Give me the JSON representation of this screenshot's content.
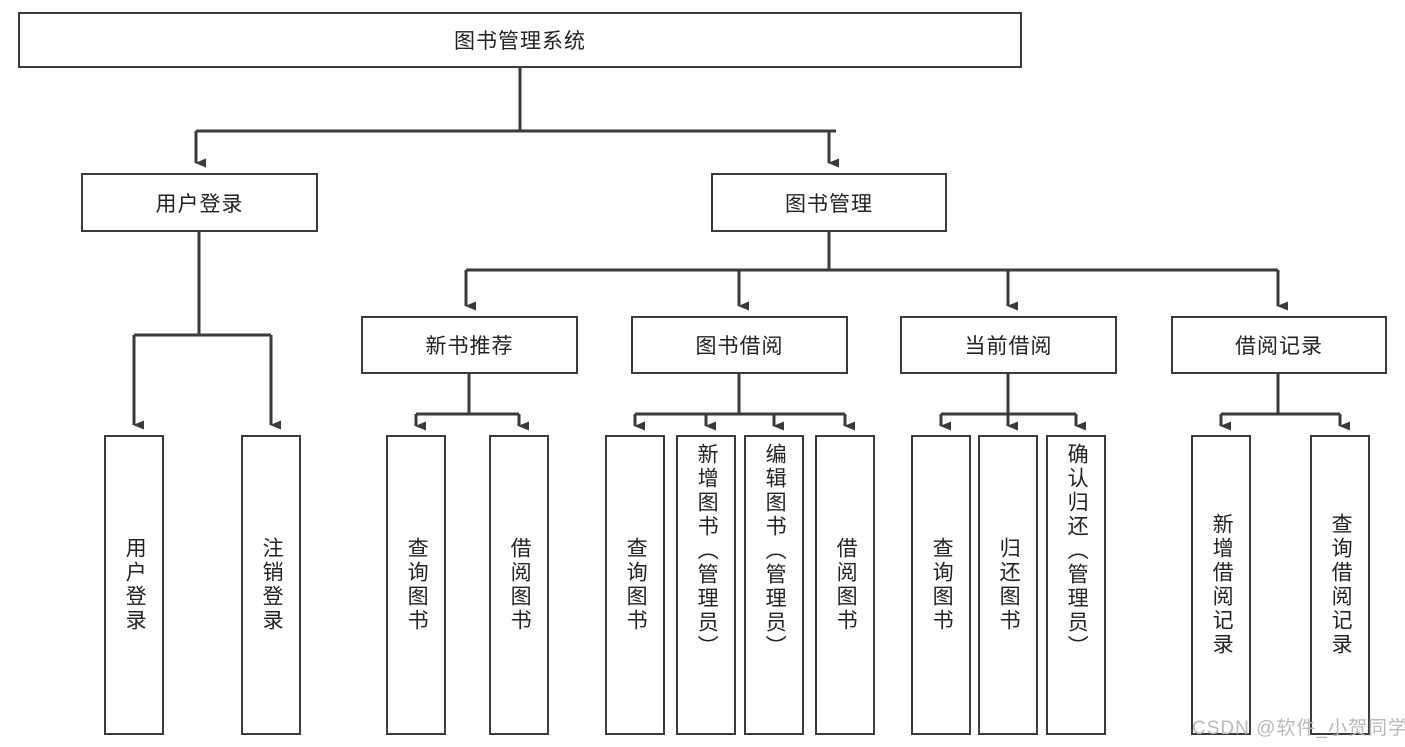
{
  "diagram": {
    "type": "hierarchy-tree",
    "title": "图书管理系统",
    "root": {
      "label": "图书管理系统"
    },
    "level1": [
      {
        "label": "用户登录"
      },
      {
        "label": "图书管理"
      }
    ],
    "level2": [
      {
        "label": "新书推荐",
        "parent": "图书管理"
      },
      {
        "label": "图书借阅",
        "parent": "图书管理"
      },
      {
        "label": "当前借阅",
        "parent": "图书管理"
      },
      {
        "label": "借阅记录",
        "parent": "图书管理"
      }
    ],
    "leaves": [
      {
        "label": "用户登录",
        "parent": "用户登录"
      },
      {
        "label": "注销登录",
        "parent": "用户登录"
      },
      {
        "label": "查询图书",
        "parent": "新书推荐"
      },
      {
        "label": "借阅图书",
        "parent": "新书推荐"
      },
      {
        "label": "查询图书",
        "parent": "图书借阅"
      },
      {
        "label": "新增图书（管理员）",
        "parent": "图书借阅"
      },
      {
        "label": "编辑图书（管理员）",
        "parent": "图书借阅"
      },
      {
        "label": "借阅图书",
        "parent": "图书借阅"
      },
      {
        "label": "查询图书",
        "parent": "当前借阅"
      },
      {
        "label": "归还图书",
        "parent": "当前借阅"
      },
      {
        "label": "确认归还（管理员）",
        "parent": "当前借阅"
      },
      {
        "label": "新增借阅记录",
        "parent": "借阅记录"
      },
      {
        "label": "查询借阅记录",
        "parent": "借阅记录"
      }
    ]
  },
  "watermark": {
    "text": "CSDN @软件_小贺同学"
  },
  "colors": {
    "border": "#3a3a3a",
    "text": "#222222",
    "background": "#ffffff",
    "watermark": "#b9b9b9"
  }
}
